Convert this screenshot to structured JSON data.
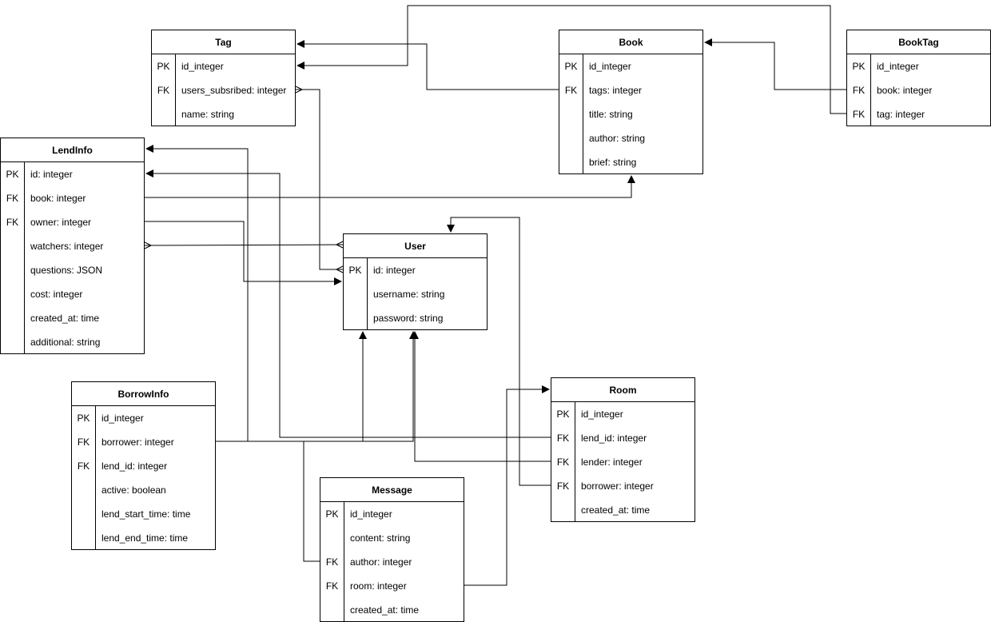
{
  "tables": {
    "tag": {
      "name": "Tag",
      "rows": [
        {
          "key": "PK",
          "field": "id_integer"
        },
        {
          "key": "FK",
          "field": "users_subsribed: integer"
        },
        {
          "key": "",
          "field": "name: string"
        }
      ]
    },
    "book": {
      "name": "Book",
      "rows": [
        {
          "key": "PK",
          "field": "id_integer"
        },
        {
          "key": "FK",
          "field": "tags: integer"
        },
        {
          "key": "",
          "field": "title: string"
        },
        {
          "key": "",
          "field": "author: string"
        },
        {
          "key": "",
          "field": "brief: string"
        }
      ]
    },
    "booktag": {
      "name": "BookTag",
      "rows": [
        {
          "key": "PK",
          "field": "id_integer"
        },
        {
          "key": "FK",
          "field": "book: integer"
        },
        {
          "key": "FK",
          "field": "tag: integer"
        }
      ]
    },
    "lendinfo": {
      "name": "LendInfo",
      "rows": [
        {
          "key": "PK",
          "field": "id: integer"
        },
        {
          "key": "FK",
          "field": "book: integer"
        },
        {
          "key": "FK",
          "field": "owner: integer"
        },
        {
          "key": "",
          "field": "watchers: integer"
        },
        {
          "key": "",
          "field": "questions: JSON"
        },
        {
          "key": "",
          "field": "cost: integer"
        },
        {
          "key": "",
          "field": "created_at: time"
        },
        {
          "key": "",
          "field": "additional: string"
        }
      ]
    },
    "user": {
      "name": "User",
      "rows": [
        {
          "key": "PK",
          "field": "id: integer"
        },
        {
          "key": "",
          "field": "username: string"
        },
        {
          "key": "",
          "field": "password: string"
        }
      ]
    },
    "borrowinfo": {
      "name": "BorrowInfo",
      "rows": [
        {
          "key": "PK",
          "field": "id_integer"
        },
        {
          "key": "FK",
          "field": "borrower: integer"
        },
        {
          "key": "FK",
          "field": "lend_id: integer"
        },
        {
          "key": "",
          "field": "active: boolean"
        },
        {
          "key": "",
          "field": "lend_start_time: time"
        },
        {
          "key": "",
          "field": "lend_end_time: time"
        }
      ]
    },
    "room": {
      "name": "Room",
      "rows": [
        {
          "key": "PK",
          "field": "id_integer"
        },
        {
          "key": "FK",
          "field": "lend_id: integer"
        },
        {
          "key": "FK",
          "field": "lender: integer"
        },
        {
          "key": "FK",
          "field": "borrower: integer"
        },
        {
          "key": "",
          "field": "created_at: time"
        }
      ]
    },
    "message": {
      "name": "Message",
      "rows": [
        {
          "key": "PK",
          "field": "id_integer"
        },
        {
          "key": "",
          "field": "content: string"
        },
        {
          "key": "FK",
          "field": "author: integer"
        },
        {
          "key": "FK",
          "field": "room: integer"
        },
        {
          "key": "",
          "field": "created_at: time"
        }
      ]
    }
  },
  "relations": [
    {
      "name": "booktag-tag-to-tag-id"
    },
    {
      "name": "book-tags-to-tag"
    },
    {
      "name": "booktag-book-to-book"
    },
    {
      "name": "tag-users-to-user-id"
    },
    {
      "name": "lendinfo-book-to-book"
    },
    {
      "name": "lendinfo-owner-to-user"
    },
    {
      "name": "lendinfo-watchers-to-user"
    },
    {
      "name": "borrowinfo-lend-to-lendinfo"
    },
    {
      "name": "borrowinfo-borrower-to-user"
    },
    {
      "name": "room-lend-to-lendinfo-id"
    },
    {
      "name": "room-lender-to-user"
    },
    {
      "name": "room-borrower-to-user"
    },
    {
      "name": "message-author-to-user"
    },
    {
      "name": "message-room-to-room"
    }
  ]
}
